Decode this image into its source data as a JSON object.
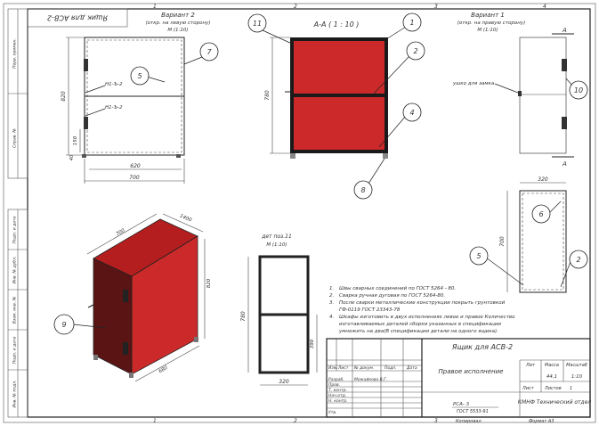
{
  "sheet": {
    "zone_numbers": [
      "1",
      "2",
      "3",
      "4"
    ],
    "corner_stamp": "Ящик для АСВ-2"
  },
  "left_strip": {
    "top_labels": [
      "Перв. примен.",
      "Справ. №"
    ],
    "bottom_labels": [
      "Подп. и дата",
      "Инв. № дубл.",
      "Взам. инв. №",
      "Подп. и дата",
      "Инв. № подл."
    ]
  },
  "views": {
    "variant2": {
      "title": "Вариант 2",
      "subtitle": "(откр. на левую сторону)",
      "scale": "М (1:10)",
      "dims": {
        "height": "820",
        "width_inner": "620",
        "width_outer": "700",
        "h150": "150",
        "h40": "40"
      },
      "hinge_labels": [
        "Н1-Ъ-2",
        "Н1-Ъ-2"
      ]
    },
    "section": {
      "title": "А-А ( 1 : 10 )",
      "dim_height": "780"
    },
    "variant1": {
      "title": "Вариант 1",
      "subtitle": "(откр. на правую сторону)",
      "scale": "М (1:10)",
      "lock_note": "ушко для замка",
      "cut_mark": "А"
    },
    "plan": {
      "dim_width": "320",
      "dim_depth": "700"
    },
    "detail11": {
      "title": "дет поз.11",
      "scale": "М (1:10)",
      "dim_height": "780",
      "dim_half": "390",
      "dim_width": "320"
    },
    "iso": {
      "dims": [
        "700",
        "1400",
        "820",
        "680"
      ]
    }
  },
  "balloons": [
    "1",
    "2",
    "4",
    "7",
    "5",
    "8",
    "11",
    "10",
    "6",
    "5",
    "2",
    "9"
  ],
  "notes": [
    {
      "n": "1.",
      "text": "Швы сварных соединений по ГОСТ 5264 - 80."
    },
    {
      "n": "2.",
      "text": "Сварка ручная дуговая по ГОСТ 5264-80."
    },
    {
      "n": "3.",
      "text": "После сварки металлические конструкции покрыть грунтовкой"
    },
    {
      "n": "",
      "text": "ГФ-0119 ГОСТ 23343-78"
    },
    {
      "n": "4.",
      "text": "Шкафы изготовить в двух исполнениях левое и правое Количество"
    },
    {
      "n": "",
      "text": "изготавливаемых деталей сборки указанных в спецификации"
    },
    {
      "n": "",
      "text": "умножить на два(В спецификации детали на одного ящика)."
    }
  ],
  "title_block": {
    "name": "Ящик для АСВ-2",
    "execution": "Правое исполнение",
    "designation": "РСА-      3",
    "material": "ГОСТ 5533-91",
    "organization": "КМНФ Технический отдел",
    "col_headers": [
      "Лит",
      "Масса",
      "Масштаб"
    ],
    "mass": "44,1",
    "scale": "1:10",
    "sheet_label": "Лист",
    "sheets_label": "Листов",
    "sheets_value": "1",
    "row_headers": [
      "Изм.",
      "Лист",
      "№ докум.",
      "Подп.",
      "Дата"
    ],
    "roles": [
      "Разраб.",
      "Пров.",
      "Т. контр.",
      "Нач.отд.",
      "Н. контр.",
      "Утв."
    ],
    "developer": "Можайкова В.Г.",
    "copied": "Копировал",
    "format": "Формат А3"
  }
}
